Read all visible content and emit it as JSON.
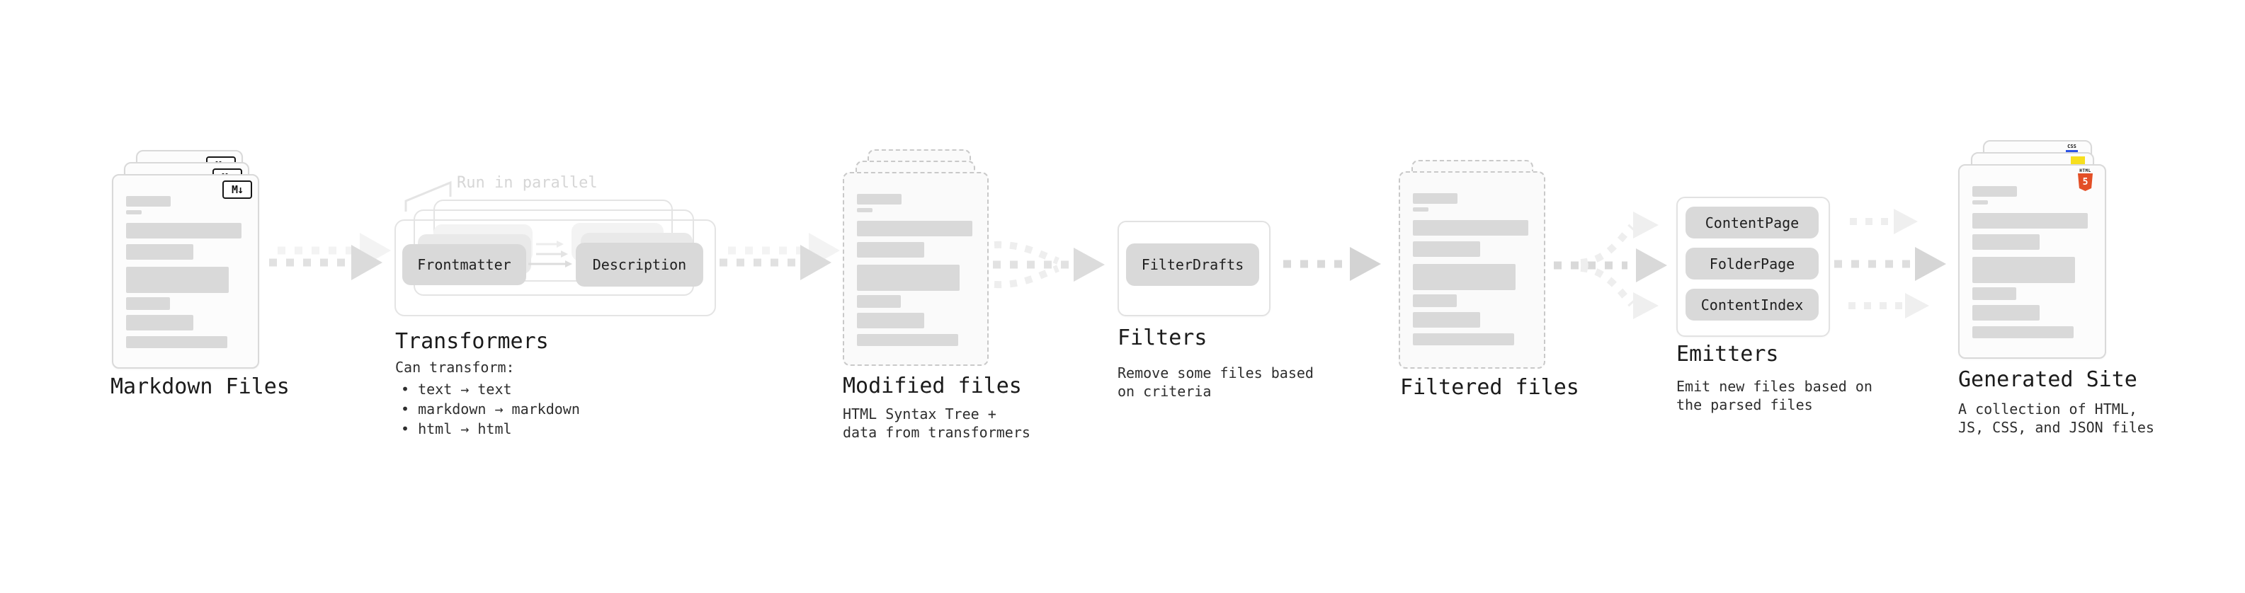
{
  "diagram": {
    "markdown_files": {
      "label": "Markdown Files",
      "badge": "M↓"
    },
    "transformers": {
      "title": "Transformers",
      "callout": "Run in parallel",
      "pill_frontmatter": "Frontmatter",
      "pill_description": "Description",
      "desc_heading": "Can transform:",
      "bullets": [
        "• text → text",
        "• markdown → markdown",
        "• html → html"
      ]
    },
    "modified_files": {
      "title": "Modified files",
      "desc": "HTML Syntax Tree +\ndata from transformers"
    },
    "filters": {
      "title": "Filters",
      "pill": "FilterDrafts",
      "desc": "Remove some files based\non criteria"
    },
    "filtered_files": {
      "title": "Filtered files"
    },
    "emitters": {
      "title": "Emitters",
      "pills": [
        "ContentPage",
        "FolderPage",
        "ContentIndex"
      ],
      "desc": "Emit new files based on\nthe parsed files"
    },
    "generated_site": {
      "title": "Generated Site",
      "desc": "A collection of HTML,\nJS, CSS, and JSON files",
      "html5_label": "HTML",
      "html5_number": "5",
      "css_label": "CSS"
    }
  },
  "colors": {
    "html5_orange": "#e34f26",
    "js_yellow": "#f7df1e",
    "css_blue": "#2d53e5",
    "heading_text": "#1b1b1b",
    "placeholder_gray": "#d9d9d9"
  }
}
